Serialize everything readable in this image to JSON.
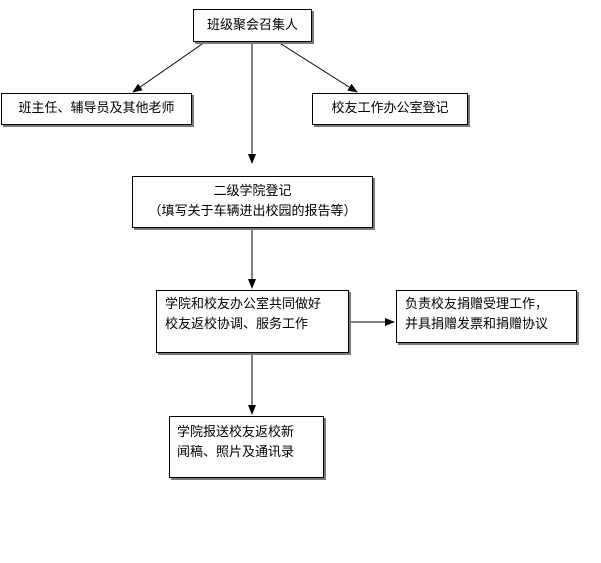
{
  "nodes": {
    "convener": {
      "lines": [
        "班级聚会召集人"
      ]
    },
    "teachers": {
      "lines": [
        "班主任、辅导员及其他老师"
      ]
    },
    "alumni_office_register": {
      "lines": [
        "校友工作办公室登记"
      ]
    },
    "college_register": {
      "lines": [
        "二级学院登记",
        "（填写关于车辆进出校园的报告等）"
      ]
    },
    "coordination": {
      "lines": [
        "学院和校友办公室共同做好",
        "校友返校协调、服务工作"
      ]
    },
    "donation": {
      "lines": [
        "负责校友捐赠受理工作，",
        "并具捐赠发票和捐赠协议"
      ]
    },
    "report_news": {
      "lines": [
        "学院报送校友返校新",
        "闻稿、照片及通讯录"
      ]
    }
  },
  "edges": [
    {
      "from": "convener",
      "to": "teachers"
    },
    {
      "from": "convener",
      "to": "alumni_office_register"
    },
    {
      "from": "convener",
      "to": "college_register"
    },
    {
      "from": "college_register",
      "to": "coordination"
    },
    {
      "from": "coordination",
      "to": "donation"
    },
    {
      "from": "coordination",
      "to": "report_news"
    }
  ]
}
